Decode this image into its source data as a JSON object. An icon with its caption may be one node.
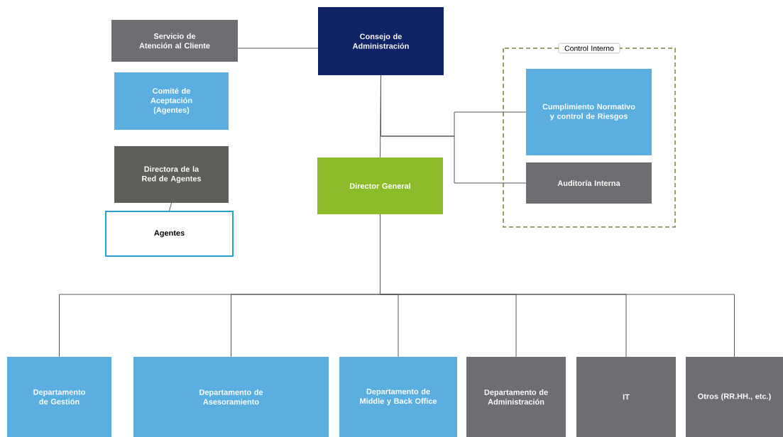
{
  "diagram": {
    "nodes": [
      {
        "text": [
          "Consejo de Administración"
        ]
      },
      {
        "text": [
          "Servicio de Atención al Cliente"
        ]
      },
      {
        "text": [
          "Comité de Aceptación (Agentes)"
        ]
      },
      {
        "text": [
          "Directora de la Red de Agentes"
        ]
      },
      {
        "text": [
          "Agentes"
        ]
      },
      {
        "text": [
          "Control Interno"
        ]
      },
      {
        "text": [
          "Cumplimiento Normativo y control de Riesgos"
        ],
        "in": 5
      },
      {
        "text": [
          "Auditoría Interna"
        ],
        "in": 5
      },
      {
        "text": [
          "Director General"
        ]
      },
      {
        "text": [
          "Departamento de Gestión"
        ]
      },
      {
        "text": [
          "Departamento de Asesoramiento"
        ]
      },
      {
        "text": [
          "Departamento de Middle y Back Office"
        ]
      },
      {
        "text": [
          "Departamento de Administración"
        ]
      },
      {
        "text": [
          "IT"
        ]
      },
      {
        "text": [
          "Otros (RR.HH., etc.)"
        ]
      }
    ],
    "edges": [
      {
        "from": 0,
        "to": 1,
        "arrow": "none"
      },
      {
        "from": 0,
        "to": 8,
        "arrow": "none"
      },
      {
        "from": 0,
        "to": 6,
        "arrow": "none"
      },
      {
        "from": 0,
        "to": 7,
        "arrow": "none"
      },
      {
        "from": 3,
        "to": 4,
        "arrow": "none"
      },
      {
        "from": 8,
        "to": 9,
        "arrow": "none"
      },
      {
        "from": 8,
        "to": 10,
        "arrow": "none"
      },
      {
        "from": 8,
        "to": 11,
        "arrow": "none"
      },
      {
        "from": 8,
        "to": 12,
        "arrow": "none"
      },
      {
        "from": 8,
        "to": 13,
        "arrow": "none"
      },
      {
        "from": 8,
        "to": 14,
        "arrow": "none"
      }
    ]
  }
}
